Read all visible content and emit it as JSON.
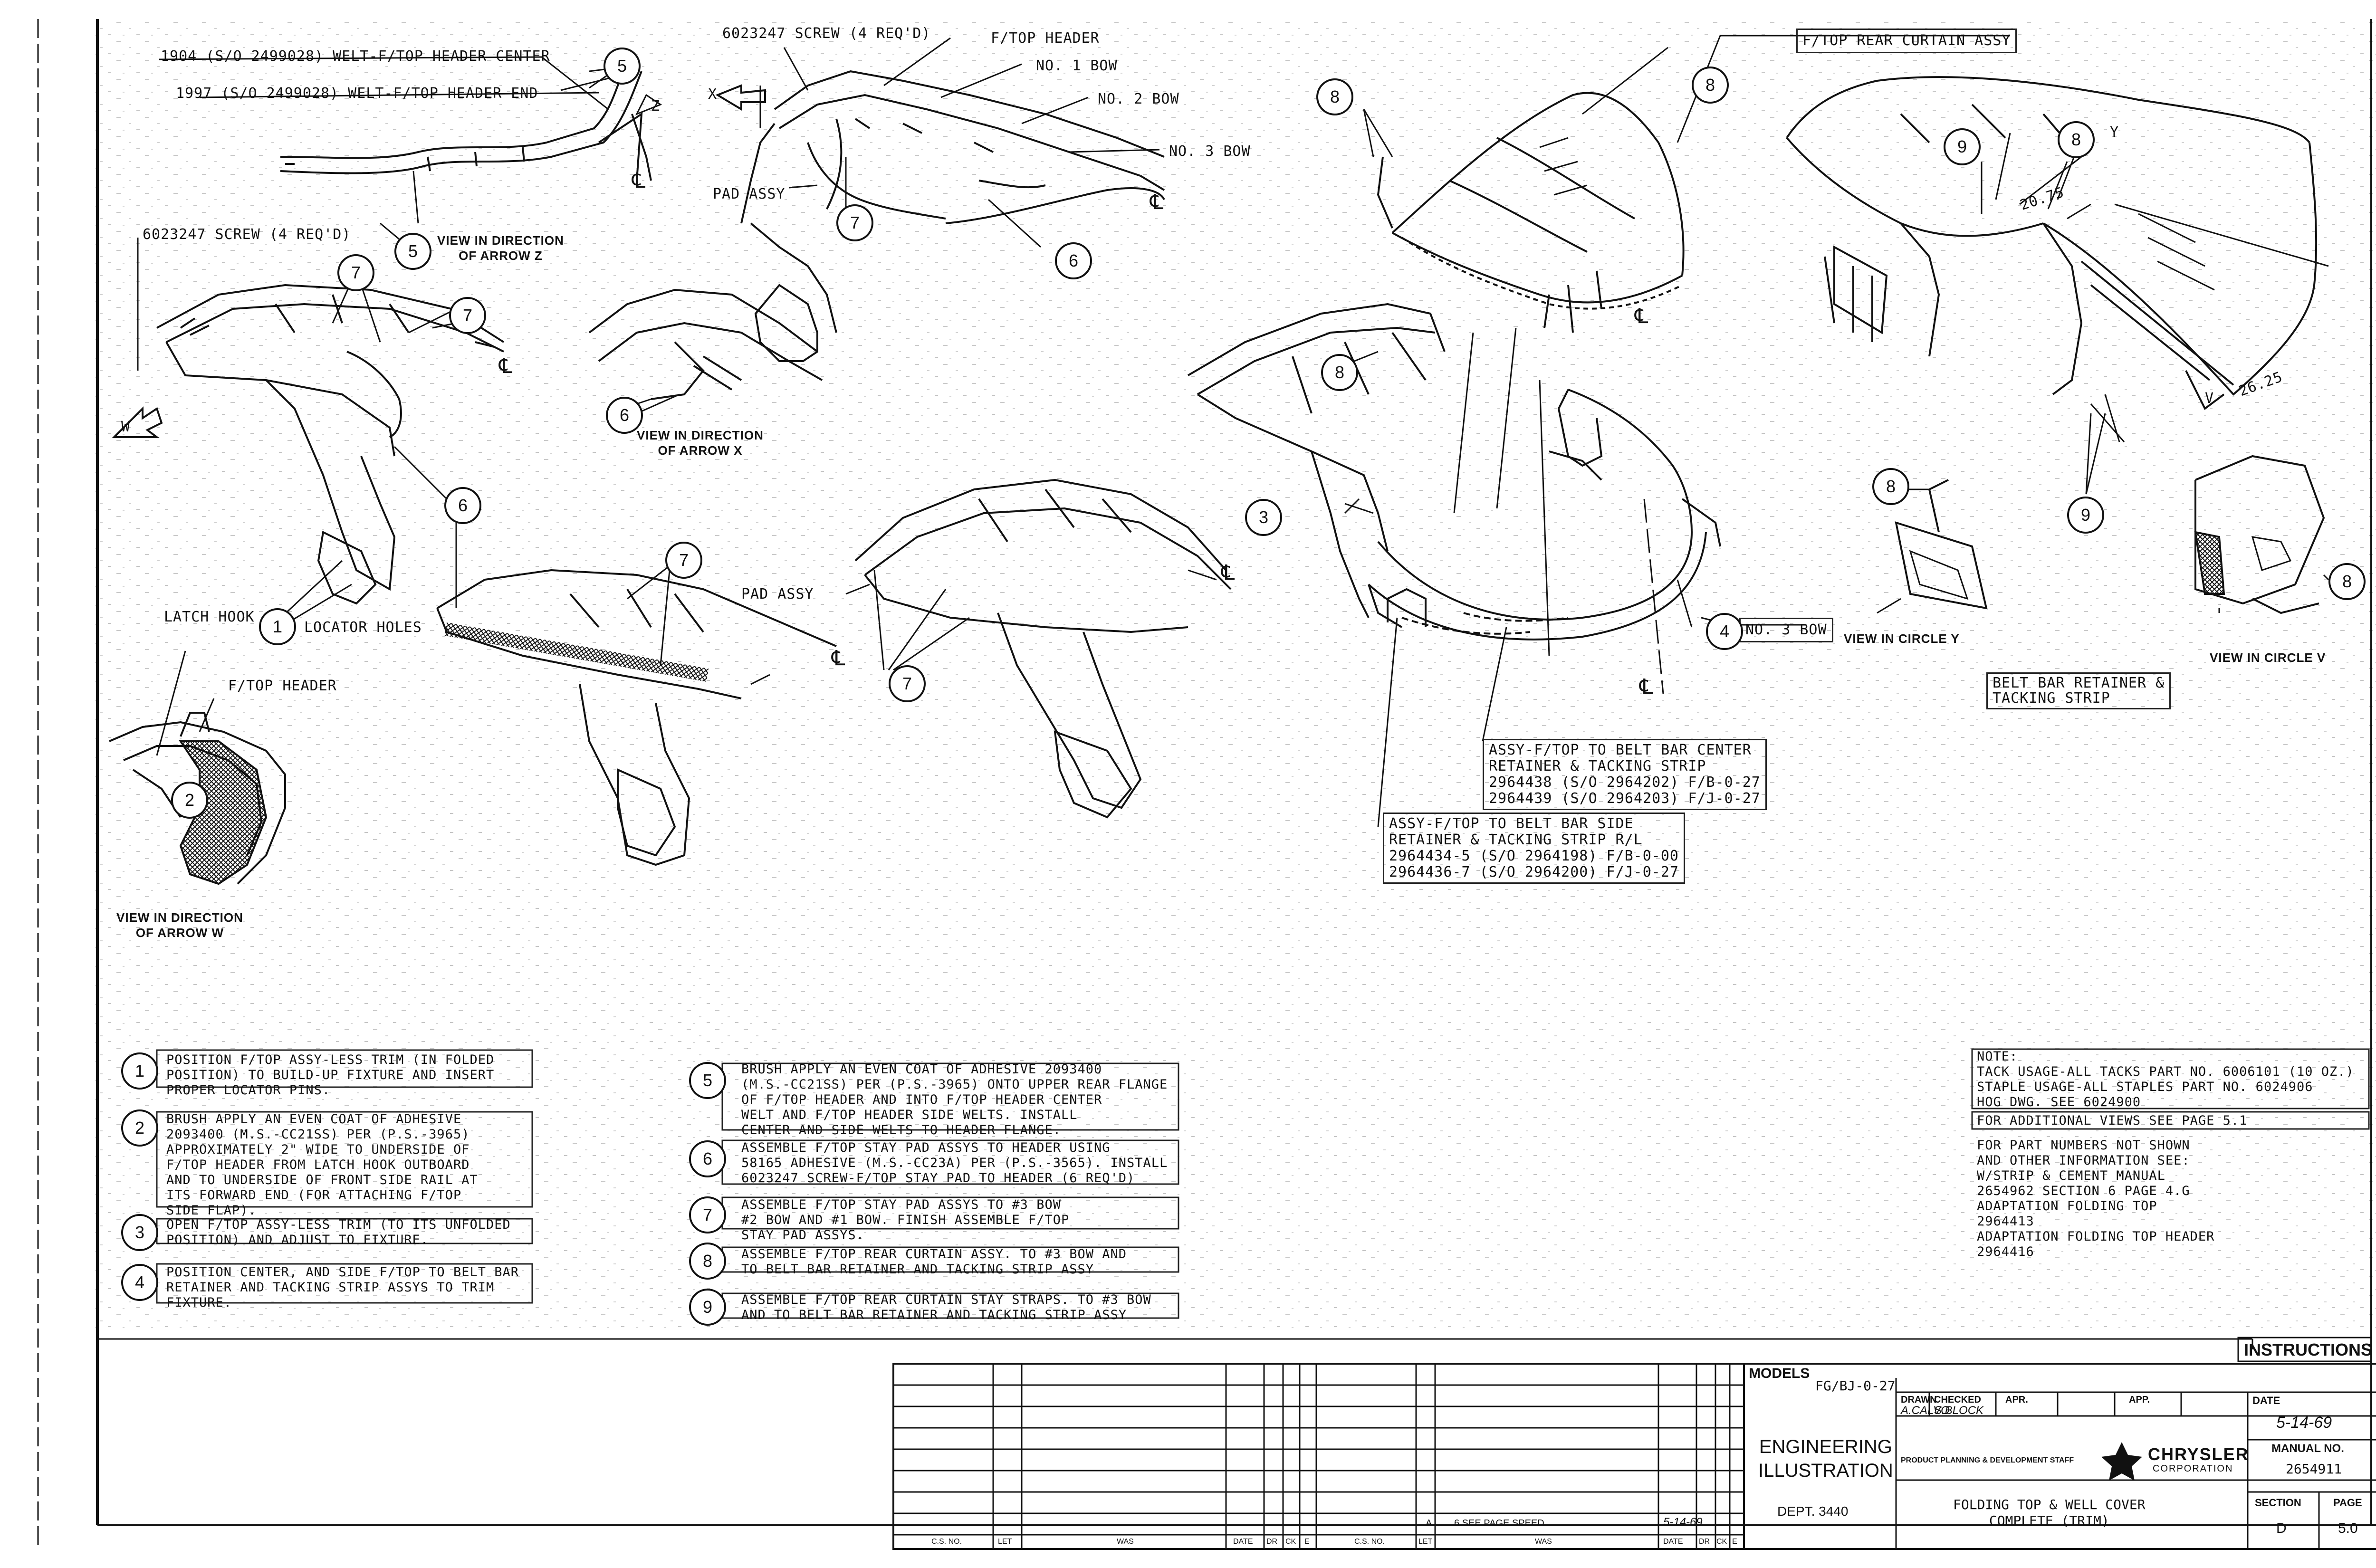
{
  "callouts": {
    "welt_center": "1904 (S/O 2499028) WELT-F/TOP HEADER CENTER",
    "welt_end": "1997 (S/O 2499028) WELT-F/TOP HEADER END",
    "screw_top": "6023247 SCREW (4 REQ'D)",
    "screw_left": "6023247 SCREW (4 REQ'D)",
    "ftop_header_top": "F/TOP HEADER",
    "no1_bow": "NO. 1 BOW",
    "no2_bow": "NO. 2 BOW",
    "no3_bow_top": "NO. 3 BOW",
    "pad_assy_top": "PAD ASSY",
    "pad_assy_mid": "PAD ASSY",
    "rear_curtain": "F/TOP REAR CURTAIN ASSY",
    "view_z": "VIEW IN DIRECTION\nOF ARROW Z",
    "view_x": "VIEW IN DIRECTION\nOF ARROW X",
    "view_w": "VIEW IN DIRECTION\nOF ARROW W",
    "latch_hook": "LATCH HOOK",
    "ftop_header_left": "F/TOP HEADER",
    "locator_holes": "LOCATOR HOLES",
    "no3_bow_mid": "NO. 3 BOW",
    "view_y": "VIEW IN CIRCLE Y",
    "view_v": "VIEW IN CIRCLE V",
    "belt_retainer": "BELT BAR RETAINER &\nTACKING STRIP",
    "assy_center": "ASSY-F/TOP TO BELT BAR CENTER\nRETAINER & TACKING STRIP\n2964438 (S/O 2964202) F/B-0-27\n2964439 (S/O 2964203) F/J-0-27",
    "assy_side": "ASSY-F/TOP TO BELT BAR SIDE\nRETAINER & TACKING STRIP R/L\n2964434-5 (S/O 2964198) F/B-0-00\n2964436-7 (S/O 2964200) F/J-0-27",
    "dim_a": "20.75",
    "dim_b": "26.25",
    "letter_z": "Z",
    "letter_x": "X",
    "letter_w": "W",
    "letter_y": "Y",
    "letter_v": "V",
    "cl": "℄"
  },
  "instructions": [
    {
      "num": "1",
      "text": "POSITION F/TOP ASSY-LESS TRIM (IN FOLDED\nPOSITION) TO BUILD-UP FIXTURE AND INSERT\nPROPER LOCATOR PINS."
    },
    {
      "num": "2",
      "text": "BRUSH APPLY AN EVEN COAT OF ADHESIVE\n2093400 (M.S.-CC21SS) PER (P.S.-3965)\nAPPROXIMATELY 2\" WIDE TO UNDERSIDE OF\nF/TOP HEADER FROM LATCH HOOK OUTBOARD\nAND TO UNDERSIDE OF FRONT SIDE RAIL AT\nITS FORWARD END (FOR ATTACHING F/TOP\nSIDE FLAP)."
    },
    {
      "num": "3",
      "text": "OPEN F/TOP ASSY-LESS TRIM (TO ITS UNFOLDED\nPOSITION) AND ADJUST TO FIXTURE."
    },
    {
      "num": "4",
      "text": "POSITION CENTER, AND SIDE F/TOP TO BELT BAR\nRETAINER AND TACKING STRIP ASSYS TO TRIM\nFIXTURE."
    },
    {
      "num": "5",
      "text": "BRUSH APPLY AN EVEN COAT OF ADHESIVE 2093400\n(M.S.-CC21SS) PER (P.S.-3965) ONTO UPPER REAR FLANGE\nOF F/TOP HEADER AND INTO F/TOP HEADER CENTER\nWELT AND F/TOP HEADER SIDE WELTS. INSTALL\nCENTER AND SIDE WELTS TO HEADER FLANGE."
    },
    {
      "num": "6",
      "text": "ASSEMBLE F/TOP STAY PAD ASSYS TO HEADER USING\n58165 ADHESIVE (M.S.-CC23A) PER (P.S.-3565). INSTALL\n6023247 SCREW-F/TOP STAY PAD TO HEADER (6 REQ'D)"
    },
    {
      "num": "7",
      "text": "ASSEMBLE F/TOP STAY PAD ASSYS TO #3 BOW\n#2 BOW AND #1 BOW. FINISH ASSEMBLE F/TOP\nSTAY PAD ASSYS."
    },
    {
      "num": "8",
      "text": "ASSEMBLE F/TOP REAR CURTAIN ASSY. TO #3 BOW AND\nTO BELT BAR RETAINER AND TACKING STRIP ASSY"
    },
    {
      "num": "9",
      "text": "ASSEMBLE F/TOP REAR CURTAIN STAY STRAPS. TO #3 BOW\nAND TO BELT BAR RETAINER AND TACKING STRIP ASSY"
    }
  ],
  "notes": {
    "note": "NOTE:\nTACK USAGE-ALL TACKS PART NO. 6006101 (10 OZ.)\nSTAPLE USAGE-ALL STAPLES PART NO. 6024906\nHOG DWG. SEE 6024900",
    "additional": "FOR ADDITIONAL VIEWS SEE PAGE 5.1",
    "part_numbers": "FOR PART NUMBERS NOT SHOWN\nAND OTHER INFORMATION SEE:\nW/STRIP & CEMENT MANUAL\n2654962 SECTION 6 PAGE 4.G\nADAPTATION FOLDING TOP\n2964413\nADAPTATION FOLDING TOP HEADER\n2964416"
  },
  "title_block": {
    "instructions_tab": "INSTRUCTIONS",
    "models_label": "MODELS",
    "models_value": "FG/BJ-0-27",
    "eng_ill": "ENGINEERING\nILLUSTRATION",
    "dept": "DEPT. 3440",
    "drawn_label": "DRAWN",
    "drawn_value": "A.CALVO",
    "checked_label": "CHECKED",
    "checked_value": "S.BLOCK",
    "apr_label": "APR.",
    "app_label": "APP.",
    "date_label": "DATE",
    "date_value": "5-14-69",
    "product_planning": "PRODUCT PLANNING & DEVELOPMENT STAFF",
    "chrysler": "CHRYSLER",
    "corporation": "CORPORATION",
    "manual_label": "MANUAL NO.",
    "manual_value": "2654911",
    "title": "FOLDING TOP & WELL COVER\nCOMPLETE (TRIM)",
    "section_label": "SECTION",
    "section_value": "D",
    "page_label": "PAGE",
    "page_value": "5.0",
    "rev_row": "6 SEE PAGE SPEED",
    "col_cs": "C.S. NO.",
    "col_let": "LET",
    "col_was": "WAS",
    "col_date": "DATE",
    "col_dr": "DR",
    "col_ck": "CK",
    "col_e": "E",
    "rev_letter": "A",
    "rev_date": "5-14-69"
  },
  "colors": {
    "ink": "#111111",
    "paper": "#ffffff"
  }
}
